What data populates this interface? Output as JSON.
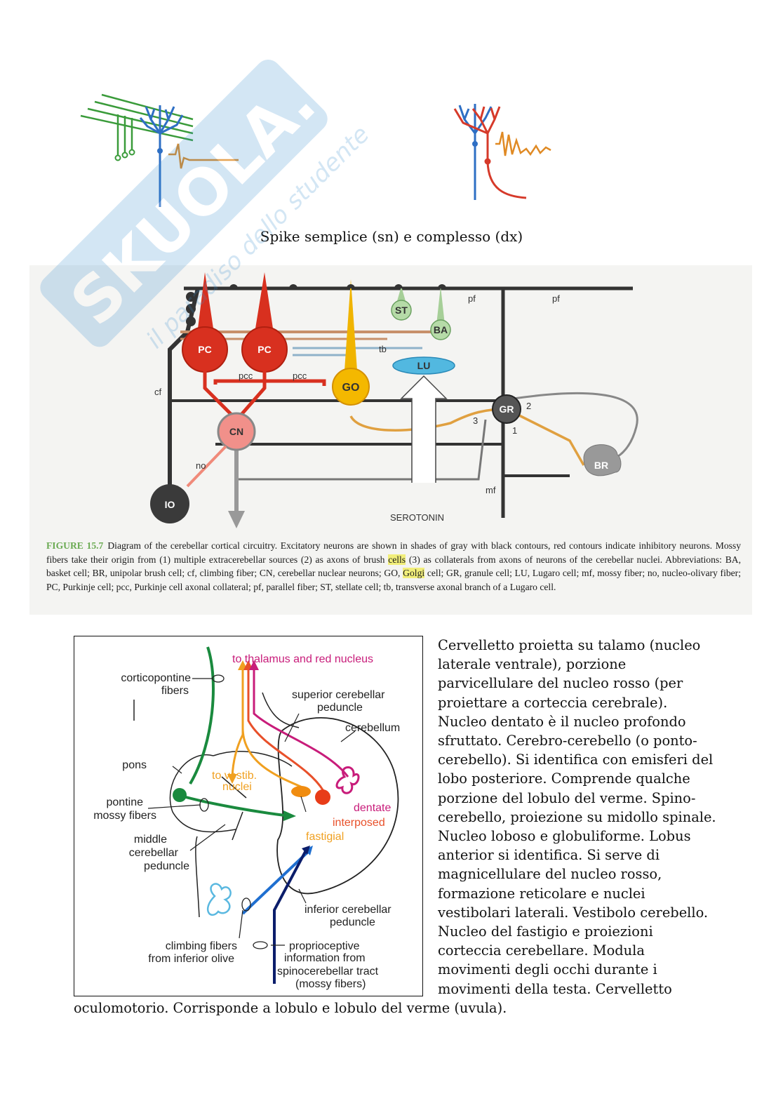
{
  "figure1": {
    "caption": "Spike semplice (sn) e complesso (dx)"
  },
  "figure2": {
    "labels": {
      "pc1": "PC",
      "pc2": "PC",
      "st": "ST",
      "ba": "BA",
      "lu": "LU",
      "go": "GO",
      "gr": "GR",
      "cn": "CN",
      "io": "IO",
      "br": "BR",
      "pf1": "pf",
      "pf2": "pf",
      "tb": "tb",
      "pcc1": "pcc",
      "pcc2": "pcc",
      "cf": "cf",
      "no": "no",
      "mf": "mf",
      "n1": "1",
      "n2": "2",
      "n3": "3",
      "serotonin": "SEROTONIN"
    },
    "caption_figno": "FIGURE 15.7",
    "caption_part1": "Diagram of the cerebellar cortical circuitry. Excitatory neurons are shown in shades of gray with black contours, red contours indicate inhibitory neurons. Mossy fibers take their origin from (1) multiple extracerebellar sources (2) as axons of brush ",
    "caption_hl1": "cells",
    "caption_part2": " (3) as collaterals from axons of neurons of the cerebellar nuclei. Abbreviations: BA, basket cell; BR, unipolar brush cell; cf, climbing fiber; CN, cerebellar nuclear neurons; GO, ",
    "caption_hl2": "Golgi",
    "caption_part3": " cell; GR, granule cell; LU, Lugaro cell; mf, mossy fiber; no, nucleo-olivary fiber; PC, Purkinje cell; pcc, Purkinje cell axonal collateral; pf, parallel fiber; ST, stellate cell; tb, transverse axonal branch of a Lugaro cell."
  },
  "figure3": {
    "labels": {
      "thalamus": "to thalamus and red nucleus",
      "corticopontine1": "corticopontine",
      "corticopontine2": "fibers",
      "superior1": "superior cerebellar",
      "superior2": "peduncle",
      "cerebellum": "cerebellum",
      "pons": "pons",
      "vestib1": "to vestib.",
      "vestib2": "nuclei",
      "pontine1": "pontine",
      "pontine2": "mossy fibers",
      "dentate": "dentate",
      "interposed": "interposed",
      "fastigial": "fastigial",
      "middle1": "middle",
      "middle2": "cerebellar",
      "middle3": "peduncle",
      "inferior1": "inferior cerebellar",
      "inferior2": "peduncle",
      "climbing1": "climbing fibers",
      "climbing2": "from inferior olive",
      "proprio1": "proprioceptive",
      "proprio2": "information from",
      "proprio3": "spinocerebellar tract",
      "proprio4": "(mossy fibers)"
    }
  },
  "watermark": {
    "brand": "SKUOLA.net",
    "tagline": "il paradiso dello studente"
  },
  "body_text": "Cervelletto proietta su talamo (nucleo laterale ventrale), porzione parvicellulare del nucleo rosso (per proiettare a corteccia cerebrale). Nucleo dentato è il nucleo profondo sfruttato. Cerebro-cerebello (o ponto-cerebello). Si identifica con emisferi del lobo posteriore. Comprende qualche porzione del lobulo del verme. Spino-cerebello, proiezione su midollo spinale. Nucleo loboso e globuliforme. Lobus anterior si identifica. Si serve di magnicellulare del nucleo rosso, formazione reticolare e nuclei vestibolari laterali. Vestibolo cerebello. Nucleo del fastigio e proiezioni corteccia cerebellare. Modula movimenti degli occhi durante i movimenti della testa. Cervelletto",
  "tail_text": "oculomotorio. Corrisponde a lobulo e lobulo del verme (uvula)."
}
